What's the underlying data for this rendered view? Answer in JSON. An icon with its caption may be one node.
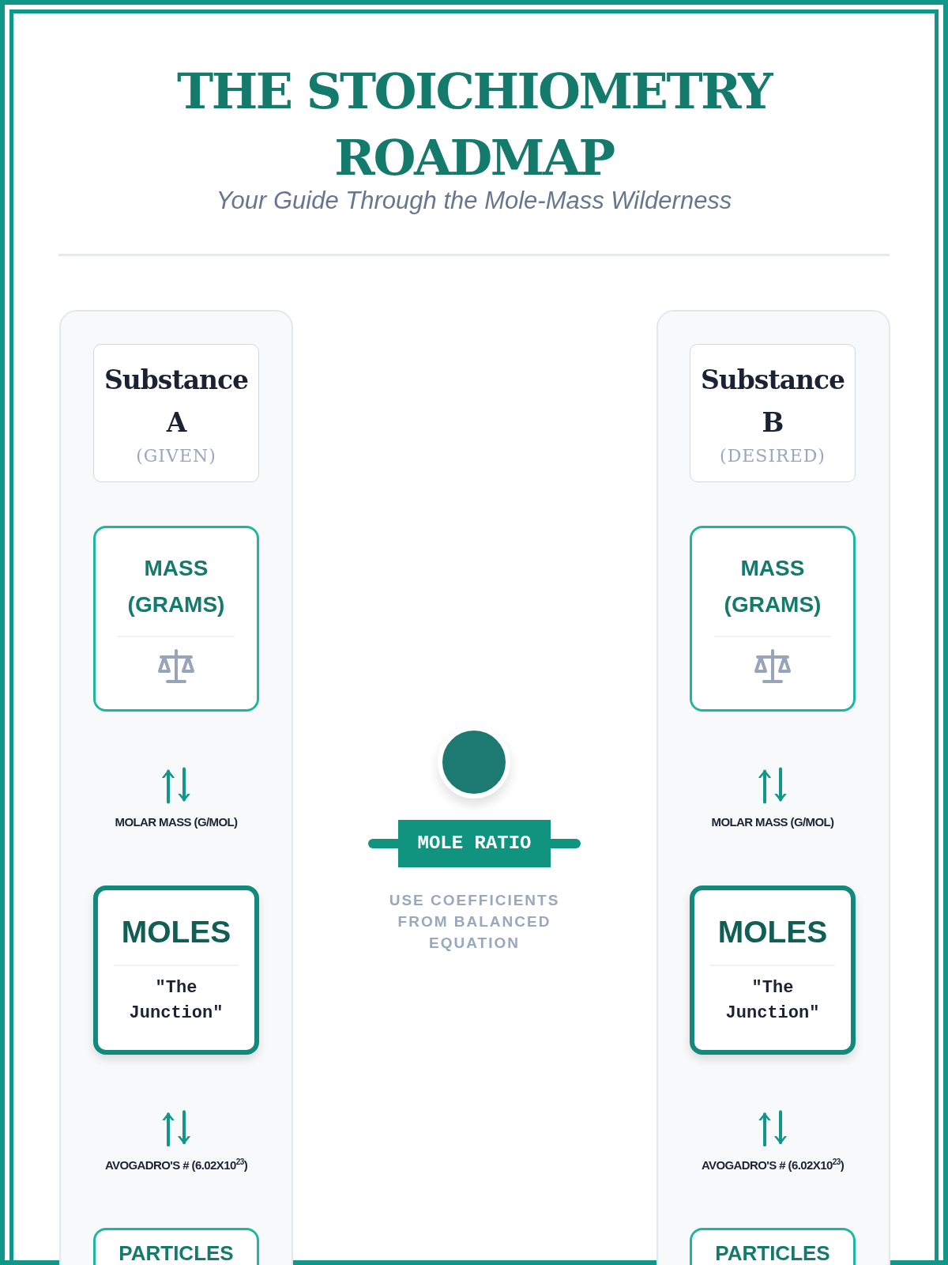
{
  "diagram": {
    "title": "THE STOICHIOMETRY ROADMAP",
    "nodes": [
      {
        "text": [],
        "shape": "box"
      },
      {
        "text": [
          "Substance A",
          "(GIVEN)"
        ],
        "in": 0
      },
      {
        "text": [
          "MASS (GRAMS)"
        ],
        "in": 0
      },
      {
        "text": [
          "MOLES",
          "\"The Junction\""
        ],
        "in": 0
      },
      {
        "text": [
          "PARTICLES"
        ],
        "in": 0
      },
      {
        "text": [],
        "shape": "box"
      },
      {
        "text": [
          "Substance B",
          "(DESIRED)"
        ],
        "in": 5
      },
      {
        "text": [
          "MASS (GRAMS)"
        ],
        "in": 5
      },
      {
        "text": [
          "MOLES",
          "\"The Junction\""
        ],
        "in": 5
      },
      {
        "text": [
          "PARTICLES"
        ],
        "in": 5
      },
      {
        "text": [],
        "shape": "circle"
      },
      {
        "text": [
          "MOLE RATIO"
        ],
        "beside": [
          "USE COEFFICIENTS FROM BALANCED EQUATION"
        ]
      }
    ],
    "edges": [
      {
        "from": 2,
        "to": 3,
        "arrow": "both",
        "label": "MOLAR MASS (G/MOL)"
      },
      {
        "from": 3,
        "to": 4,
        "arrow": "both",
        "label": "AVOGADRO'S # (6.02X10$^{23}$)"
      },
      {
        "from": 7,
        "to": 8,
        "arrow": "both",
        "label": "MOLAR MASS (G/MOL)"
      },
      {
        "from": 8,
        "to": 9,
        "arrow": "both",
        "label": "AVOGADRO'S # (6.02X10$^{23}$)"
      }
    ],
    "labels": [
      "Your Guide Through the Mole-Mass Wilderness"
    ]
  }
}
